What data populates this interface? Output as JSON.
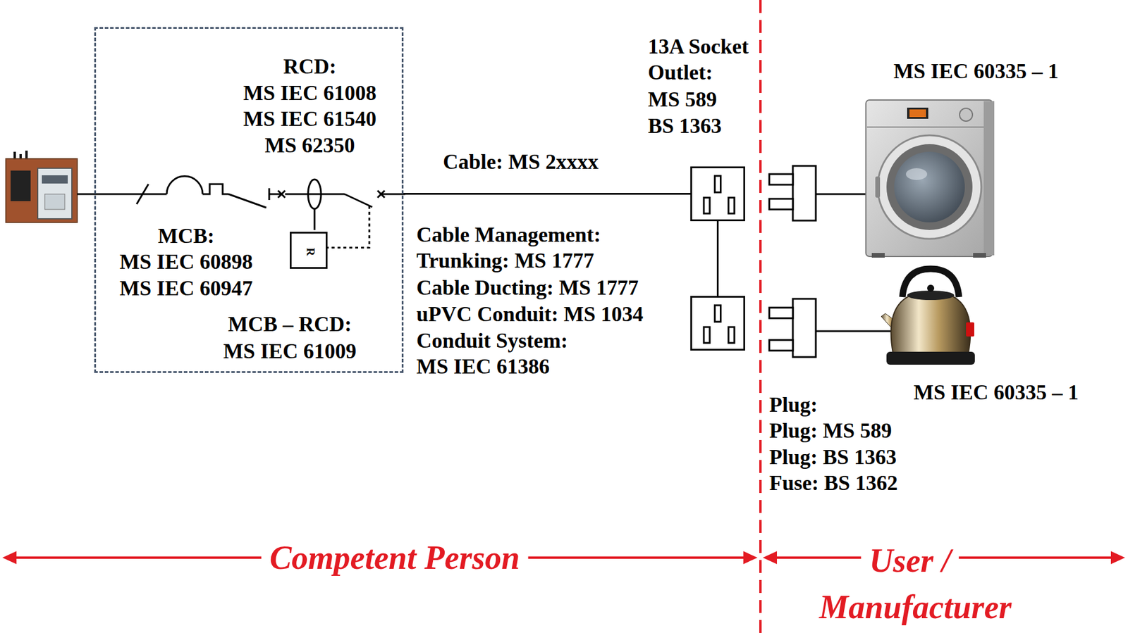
{
  "diagram": {
    "nodes": [
      {
        "text": [
          "RCD:",
          "MS IEC 61008",
          "MS IEC 61540",
          "MS 62350",
          "MCB:",
          "MS IEC 60898",
          "MS IEC 60947",
          "MCB – RCD:",
          "MS IEC 61009"
        ]
      },
      {
        "text": [
          "R"
        ],
        "in": 0
      },
      {
        "text": [
          "13A Socket Outlet:",
          "MS 589",
          "BS 1363"
        ]
      },
      {
        "text": []
      }
    ],
    "edges": [
      {
        "from": 0,
        "to": 2,
        "arrow": "none",
        "label": "Cable: MS 2xxxx"
      },
      {
        "from": 2,
        "to": 3,
        "arrow": "none"
      }
    ],
    "labels": [
      "Cable Management:",
      "Trunking: MS 1777",
      "Cable Ducting: MS 1777",
      "uPVC Conduit: MS 1034",
      "Conduit System:",
      "MS IEC 61386",
      "MS IEC 60335 – 1",
      "MS IEC 60335 – 1",
      "Plug:",
      "Plug: MS 589",
      "Plug: BS 1363",
      "Fuse: BS 1362",
      "Competent Person",
      "User /",
      "Manufacturer"
    ]
  }
}
